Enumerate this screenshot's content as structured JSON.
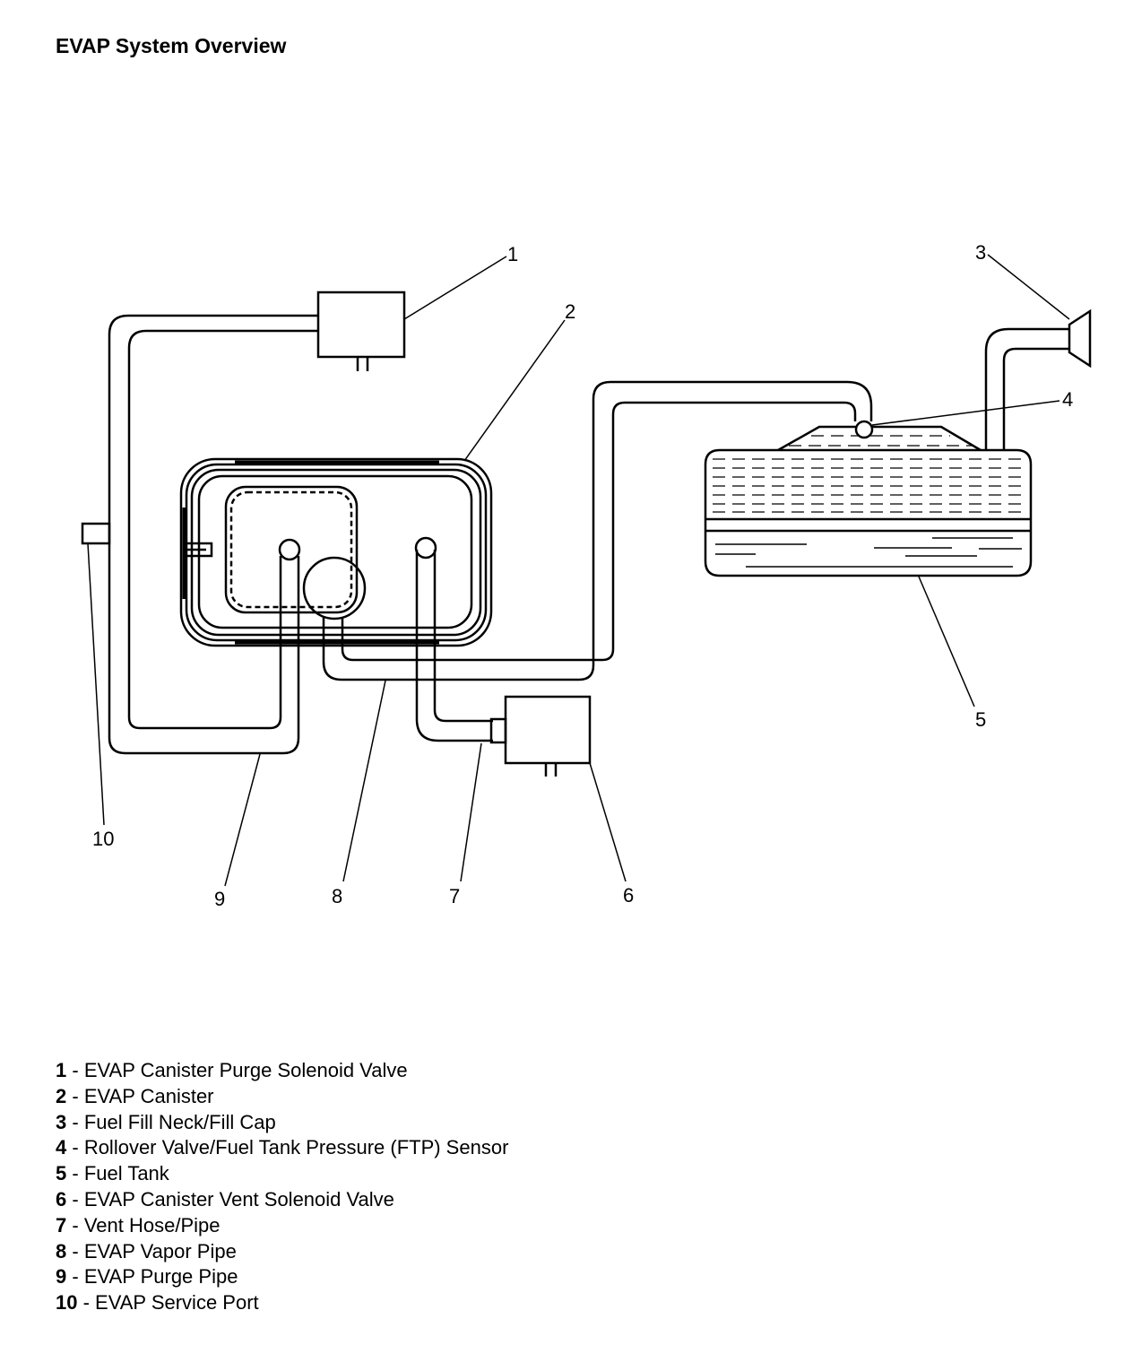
{
  "title": "EVAP System Overview",
  "callouts": [
    "1",
    "2",
    "3",
    "4",
    "5",
    "6",
    "7",
    "8",
    "9",
    "10"
  ],
  "legend": [
    {
      "num": "1",
      "sep": " - ",
      "text": "EVAP Canister Purge Solenoid Valve"
    },
    {
      "num": "2",
      "sep": " - ",
      "text": "EVAP Canister"
    },
    {
      "num": "3",
      "sep": " - ",
      "text": "Fuel Fill Neck/Fill Cap"
    },
    {
      "num": "4",
      "sep": " - ",
      "text": "Rollover Valve/Fuel Tank Pressure (FTP) Sensor"
    },
    {
      "num": "5",
      "sep": " - ",
      "text": "Fuel Tank"
    },
    {
      "num": "6",
      "sep": " - ",
      "text": "EVAP Canister Vent Solenoid Valve"
    },
    {
      "num": "7",
      "sep": " - ",
      "text": "Vent Hose/Pipe"
    },
    {
      "num": "8",
      "sep": " - ",
      "text": "EVAP Vapor Pipe"
    },
    {
      "num": "9",
      "sep": " - ",
      "text": "EVAP Purge Pipe"
    },
    {
      "num": "10",
      "sep": " - ",
      "text": "EVAP Service Port"
    }
  ]
}
